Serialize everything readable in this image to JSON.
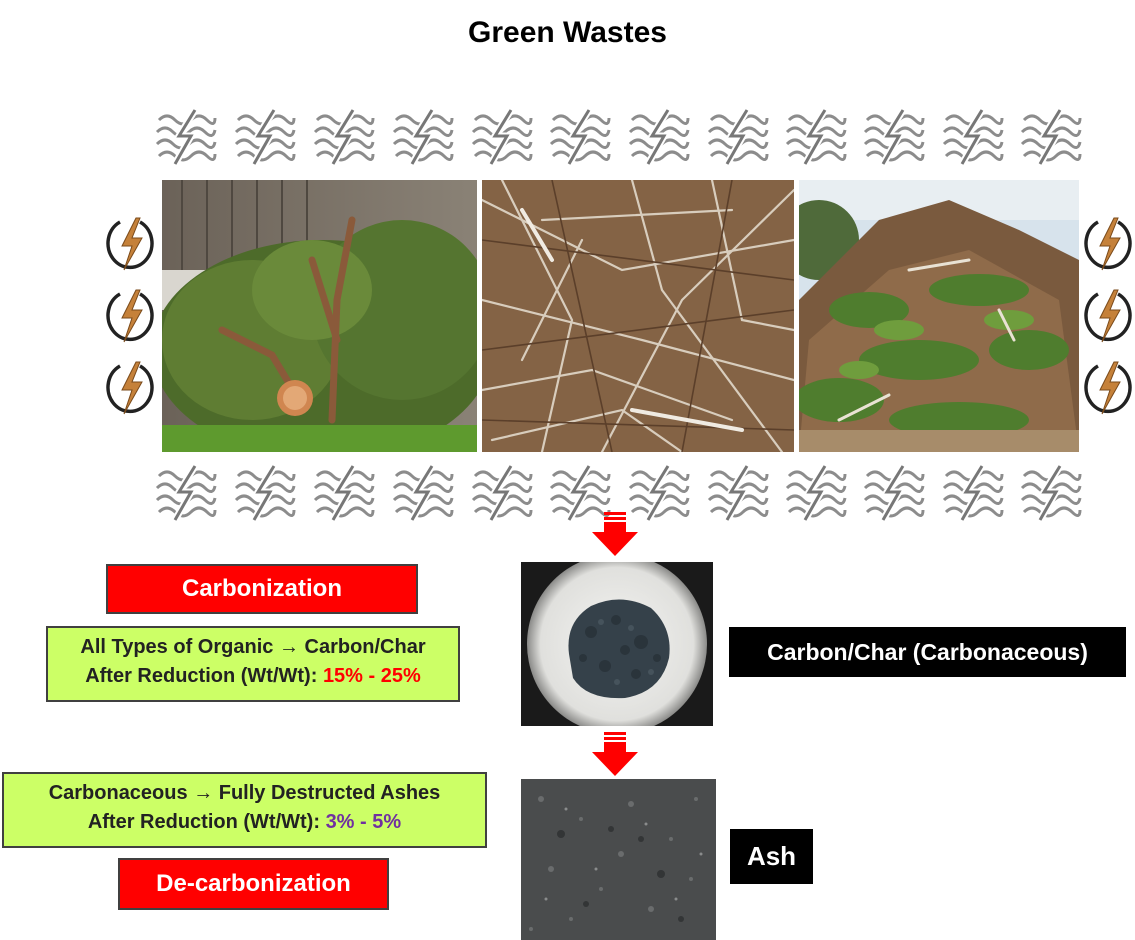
{
  "title": "Green Wastes",
  "icons": {
    "wave": "electromagnetic-wave-icon",
    "bolt": "lightning-bolt-icon",
    "arrow": "down-arrow-icon"
  },
  "photos": {
    "tree_trimmings": "tree-trimmings-photo",
    "dry_branches": "dry-branches-photo",
    "green_waste_pile": "green-waste-pile-photo",
    "char_powder": "char-powder-photo",
    "ash": "ash-photo"
  },
  "carbonization": {
    "label": "Carbonization",
    "line1_left": "All Types of Organic",
    "arrow": "→",
    "line1_right": "Carbon/Char",
    "line2_prefix": "After Reduction (Wt/Wt):",
    "range": "15% - 25%"
  },
  "decarbonization": {
    "label": "De-carbonization",
    "line1_left": "Carbonaceous",
    "arrow": "→",
    "line1_right": "Fully Destructed Ashes",
    "line2_prefix": "After Reduction (Wt/Wt):",
    "range": "3% - 5%"
  },
  "outputs": {
    "char_label": "Carbon/Char (Carbonaceous)",
    "ash_label": "Ash"
  },
  "colors": {
    "red": "#ff0000",
    "green_box": "#ccff66",
    "purple": "#7030a0",
    "bolt_orange": "#c5813a",
    "wave_gray": "#8c8c8c"
  }
}
